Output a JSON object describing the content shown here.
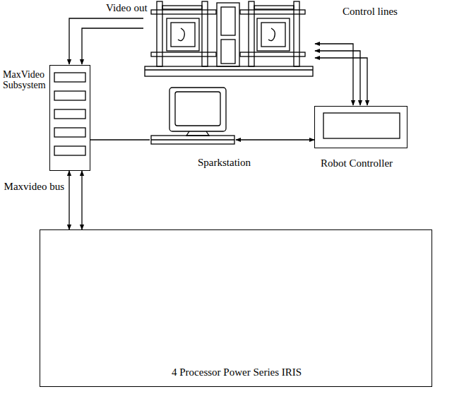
{
  "diagram": {
    "nodes": [
      {
        "text": [
          "MaxVideo Subsystem"
        ]
      },
      {
        "text": [
          "Sparkstation"
        ]
      },
      {
        "text": [
          "Robot Controller"
        ]
      },
      {
        "text": [
          "4 Processor Power Series IRIS"
        ]
      }
    ],
    "edges": [
      {
        "from": 0,
        "to": 1,
        "arrow": "none"
      },
      {
        "from": 1,
        "to": 2,
        "arrow": "both"
      },
      {
        "from": 0,
        "to": 3,
        "label": "Maxvideo bus",
        "arrow": "both"
      },
      {
        "from": 0,
        "to": 3,
        "arrow": "both"
      }
    ],
    "labels": [
      "Video out",
      "Control lines"
    ]
  }
}
